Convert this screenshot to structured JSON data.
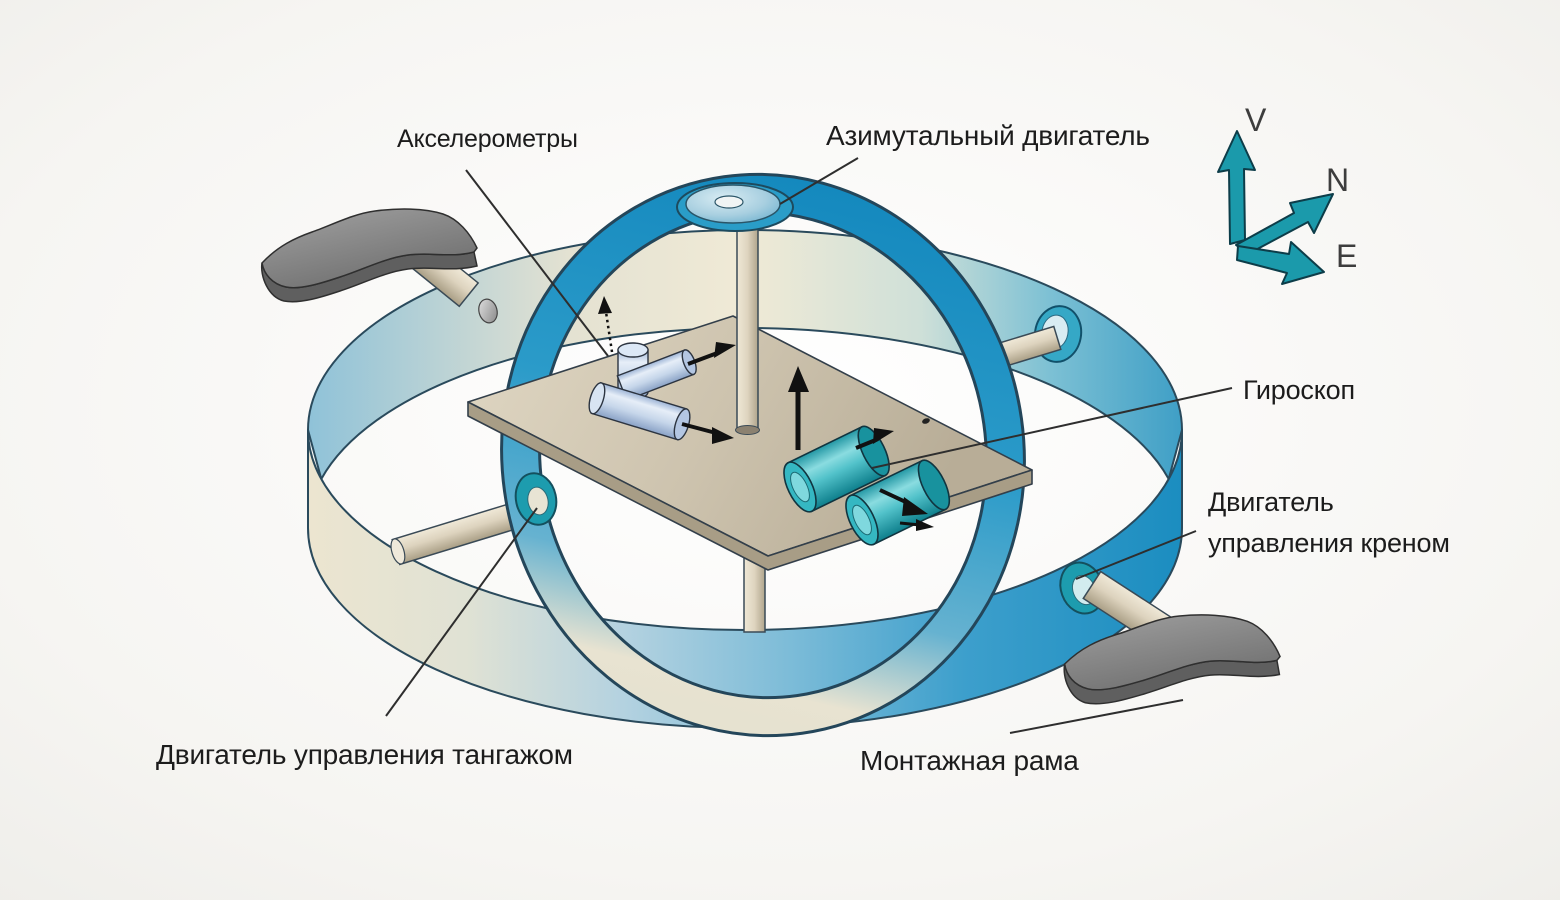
{
  "diagram": {
    "labels": {
      "accelerometers": "Акселерометры",
      "azimuth_motor": "Азимутальный двигатель",
      "gyroscope": "Гироскоп",
      "roll_motor_line1": "Двигатель",
      "roll_motor_line2": "управления креном",
      "pitch_motor": "Двигатель управления тангажом",
      "mounting_frame": "Монтажная рама"
    },
    "axes": {
      "vertical": "V",
      "north": "N",
      "east": "E"
    },
    "colors": {
      "ring_blue": "#1b8dc0",
      "ring_cream": "#ece5d0",
      "gyro_teal": "#2bacb8",
      "accelerometer_blue": "#b9cde6",
      "platform_tan": "#cdc3ae",
      "bracket_gray": "#7a7a7a",
      "axis_arrow_teal": "#1b9aab",
      "background": "#f5f4f1",
      "label_text": "#1c1c1c"
    }
  }
}
